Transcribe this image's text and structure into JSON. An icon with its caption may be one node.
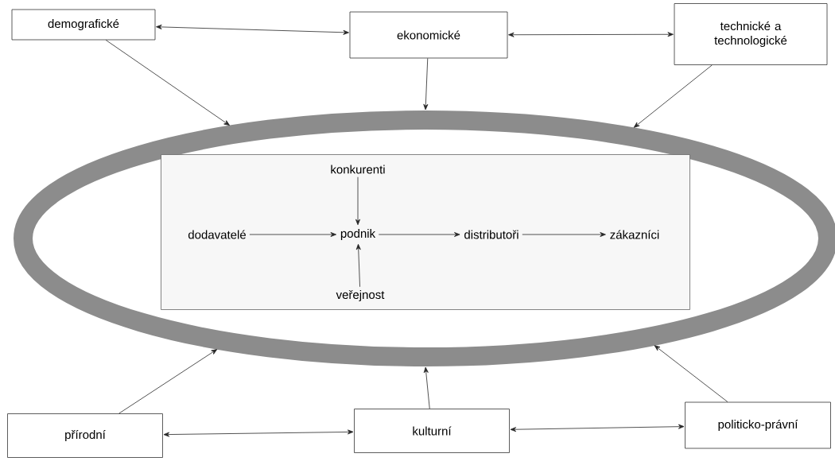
{
  "diagram": {
    "nodes": [
      {
        "text": [
          "demografické"
        ]
      },
      {
        "text": [
          "ekonomické"
        ]
      },
      {
        "text": [
          "technické a technologické"
        ]
      },
      {
        "text": [],
        "shape": "ellipse"
      },
      {
        "text": [],
        "shape": "box",
        "in": 3
      },
      {
        "text": [
          "konkurenti"
        ],
        "in": 4
      },
      {
        "text": [
          "dodavatelé"
        ],
        "in": 4
      },
      {
        "text": [
          "podnik"
        ],
        "in": 4
      },
      {
        "text": [
          "distributoři"
        ],
        "in": 4
      },
      {
        "text": [
          "zákazníci"
        ],
        "in": 4
      },
      {
        "text": [
          "veřejnost"
        ],
        "in": 4
      },
      {
        "text": [
          "přírodní"
        ]
      },
      {
        "text": [
          "kulturní"
        ]
      },
      {
        "text": [
          "politicko-právní"
        ]
      }
    ],
    "edges": [
      {
        "from": 0,
        "to": 1,
        "arrow": "both"
      },
      {
        "from": 1,
        "to": 2,
        "arrow": "both"
      },
      {
        "from": 0,
        "to": 3,
        "arrow": "to"
      },
      {
        "from": 1,
        "to": 3,
        "arrow": "to"
      },
      {
        "from": 2,
        "to": 3,
        "arrow": "to"
      },
      {
        "from": 5,
        "to": 7,
        "arrow": "to"
      },
      {
        "from": 6,
        "to": 7,
        "arrow": "to"
      },
      {
        "from": 7,
        "to": 8,
        "arrow": "to"
      },
      {
        "from": 8,
        "to": 9,
        "arrow": "to"
      },
      {
        "from": 10,
        "to": 7,
        "arrow": "to"
      },
      {
        "from": 11,
        "to": 3,
        "arrow": "to"
      },
      {
        "from": 12,
        "to": 3,
        "arrow": "to"
      },
      {
        "from": 13,
        "to": 3,
        "arrow": "to"
      },
      {
        "from": 11,
        "to": 12,
        "arrow": "both"
      },
      {
        "from": 12,
        "to": 13,
        "arrow": "both"
      }
    ]
  }
}
